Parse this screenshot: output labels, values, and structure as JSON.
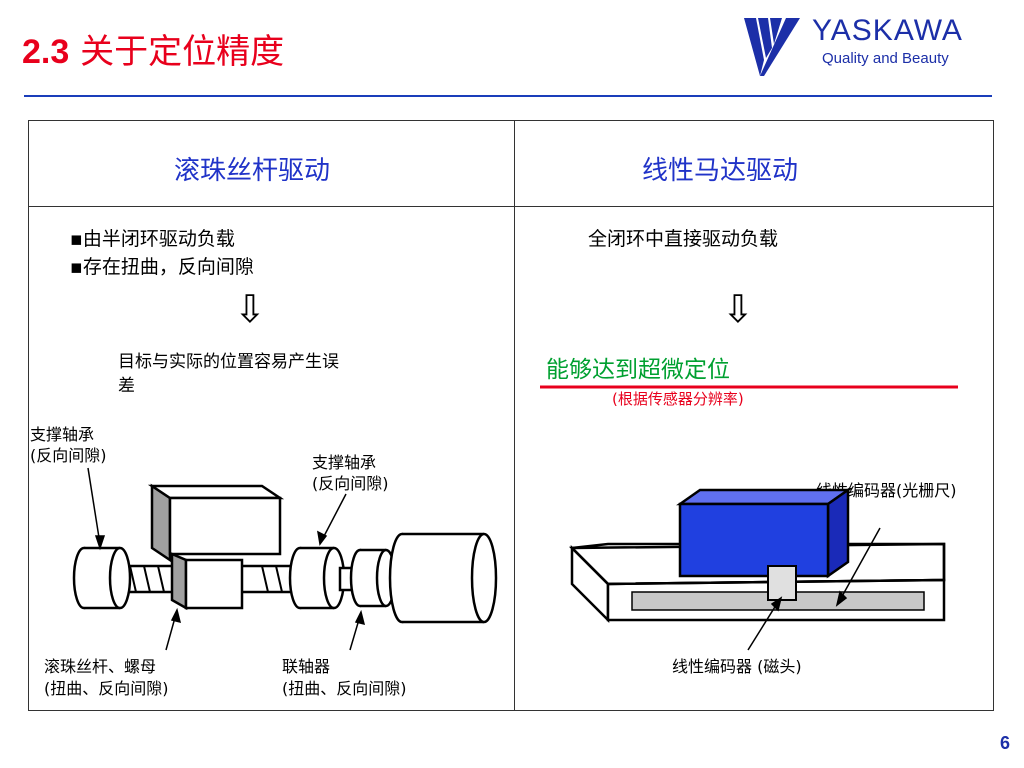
{
  "header": {
    "title_num": "2.3",
    "title_text": "关于定位精度",
    "logo_name": "YASKAWA",
    "logo_tagline": "Quality and Beauty"
  },
  "left": {
    "heading": "滚珠丝杆驱动",
    "bullets": [
      "▪由半闭环驱动负载",
      "▪存在扭曲，反向间隙"
    ],
    "arrow": "⇩",
    "result_line1": "目标与实际的位置容易产生误",
    "result_line2": "差",
    "label_bearing_left_1": "支撑轴承",
    "label_bearing_left_2": "(反向间隙)",
    "label_bearing_right_1": "支撑轴承",
    "label_bearing_right_2": "(反向间隙)",
    "label_screw_1": "滚珠丝杆、螺母",
    "label_screw_2": "(扭曲、反向间隙)",
    "label_coupling_1": "联轴器",
    "label_coupling_2": "(扭曲、反向间隙)"
  },
  "right": {
    "heading": "线性马达驱动",
    "line1": "全闭环中直接驱动负载",
    "arrow": "⇩",
    "result": "能够达到超微定位",
    "result_note": "(根据传感器分辨率)",
    "label_scale": "线性编码器(光栅尺)",
    "label_head": "线性编码器 (磁头)"
  },
  "footer": {
    "page": "6"
  },
  "colors": {
    "title_red": "#e8001c",
    "brand_blue": "#1c2fa8",
    "motor_blue": "#2040e0",
    "accent_green": "#00a030"
  }
}
